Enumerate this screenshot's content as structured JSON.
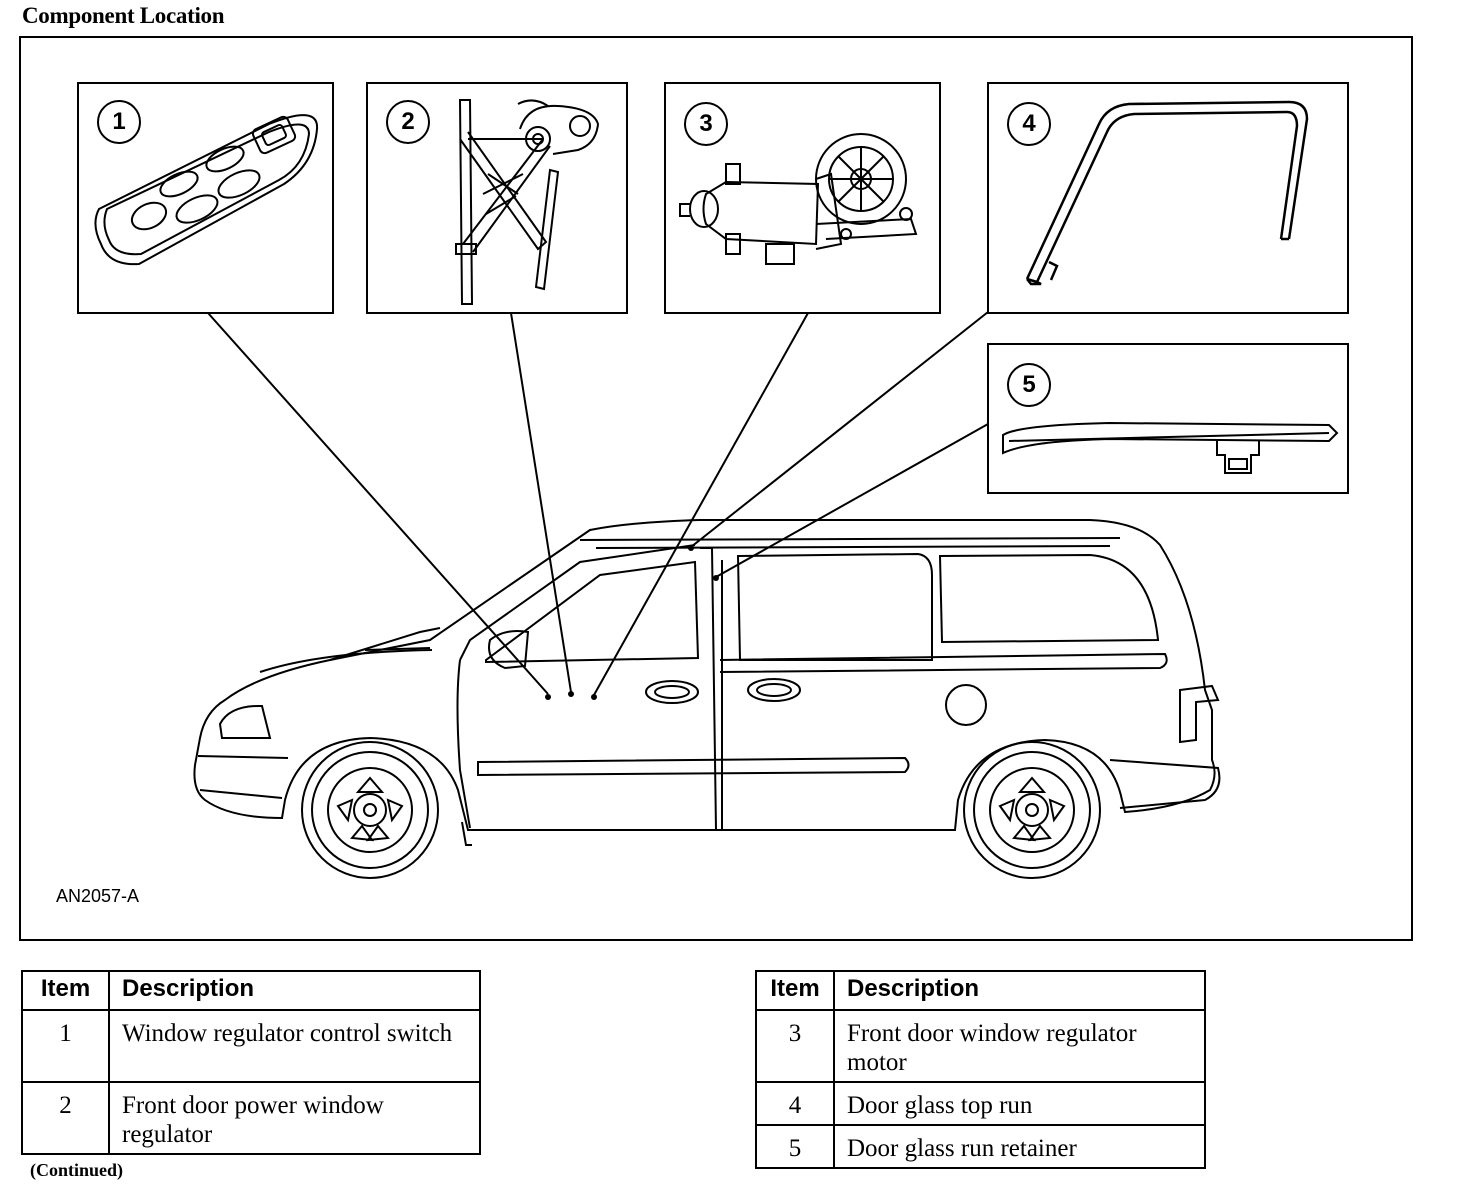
{
  "header": {
    "title": "Component Location"
  },
  "figure": {
    "id_label": "AN2057-A",
    "callouts": [
      {
        "number": "1",
        "icon": "window-switch-illustration"
      },
      {
        "number": "2",
        "icon": "window-regulator-illustration"
      },
      {
        "number": "3",
        "icon": "regulator-motor-illustration"
      },
      {
        "number": "4",
        "icon": "glass-top-run-illustration"
      },
      {
        "number": "5",
        "icon": "glass-run-retainer-illustration"
      }
    ]
  },
  "table_left": {
    "headers": {
      "item": "Item",
      "description": "Description"
    },
    "rows": [
      {
        "item": "1",
        "description": "Window regulator control switch"
      },
      {
        "item": "2",
        "description": "Front door power window regulator"
      }
    ]
  },
  "table_right": {
    "headers": {
      "item": "Item",
      "description": "Description"
    },
    "rows": [
      {
        "item": "3",
        "description": "Front door window regulator motor"
      },
      {
        "item": "4",
        "description": "Door glass top run"
      },
      {
        "item": "5",
        "description": "Door glass run retainer"
      }
    ]
  },
  "footer": {
    "continued": "(Continued)"
  }
}
